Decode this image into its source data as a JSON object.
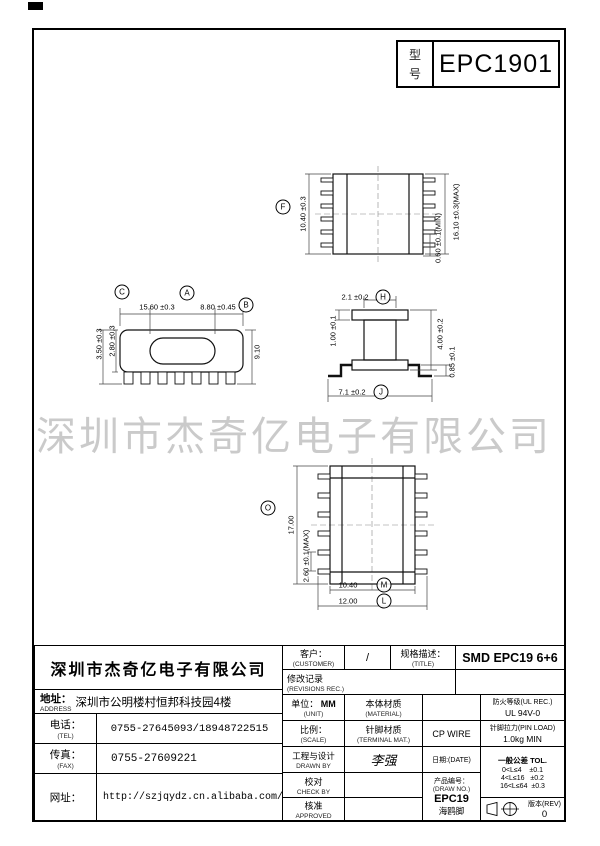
{
  "sheet": {
    "model_label_char1": "型",
    "model_label_char2": "号",
    "model_value": "EPC1901",
    "watermark": "深圳市杰奇亿电子有限公司"
  },
  "views": {
    "top": {
      "letter": "F",
      "dim_width": "10.40 ±0.3",
      "dim_length": "16.10 ±0.3(MAX)",
      "dim_standoff": "0.60 ±0.1(MIN)"
    },
    "front": {
      "letter_left": "C",
      "letter_mid": "A",
      "letter_right": "B",
      "dim_overall": "15.60 ±0.3",
      "dim_slot": "8.80 ±0.45",
      "dim_h_outer": "3.50 ±0.3",
      "dim_h_inner": "2.80 ±0.3",
      "dim_height": "9.10"
    },
    "side": {
      "letter_top": "H",
      "letter_bottom": "J",
      "dim_top": "2.1 ±0.2",
      "dim_left": "1.00 ±0.1",
      "dim_right": "4.00 ±0.2",
      "dim_foot": "0.85 ±0.1",
      "dim_bottom": "7.1 ±0.2"
    },
    "bottom": {
      "letter_left": "O",
      "letter_row1": "M",
      "letter_row2": "L",
      "dim_length": "17.00",
      "dim_pitch": "2.60 ±0.1(MAX)",
      "dim_row1": "10.40",
      "dim_row2": "12.00"
    }
  },
  "title_block": {
    "company": "深圳市杰奇亿电子有限公司",
    "address_label": "地址：",
    "address_label_en": "ADDRESS",
    "address_value": "深圳市公明楼村恒邦科技园4楼",
    "tel_label": "电话：",
    "tel_label_en": "(TEL)",
    "tel_value": "0755-27645093/18948722515",
    "fax_label": "传真：",
    "fax_label_en": "(FAX)",
    "fax_value": "0755-27609221",
    "web_label": "网址：",
    "web_value": "http://szjqydz.cn.alibaba.com/",
    "customer_label": "客户：",
    "customer_label_en": "(CUSTOMER)",
    "customer_value": "/",
    "spec_label": "规格描述：",
    "spec_label_en": "(TITLE)",
    "spec_value": "SMD EPC19 6+6",
    "revisions_label": "修改记录",
    "revisions_label_en": "(REVISIONS REC.)",
    "unit_label": "单位：",
    "unit_value": "MM",
    "unit_label_en": "(UNIT)",
    "material_label": "本体材质",
    "material_label_en": "(MATERIAL)",
    "flame_label": "防火等级(UL REC.)",
    "flame_value": "UL 94V-0",
    "scale_label": "比例：",
    "scale_label_en": "(SCALE)",
    "terminal_label": "针脚材质",
    "terminal_label_en": "(TERMINAL MAT.)",
    "terminal_value": "CP WIRE",
    "pinload_label": "针脚拉力(PIN LOAD)",
    "pinload_value": "1.0kg MIN",
    "drawn_label": "工程与设计",
    "drawn_label_en": "DRAWN BY",
    "drawn_value": "李强",
    "date_label": "日期:(DATE)",
    "tol_label": "一般公差  TOL.",
    "tol_lines": [
      "0<L≤4    ±0.1",
      "4<L≤16   ±0.2",
      "16<L≤64  ±0.3"
    ],
    "check_label": "校对",
    "check_label_en": "CHECK BY",
    "drawno_label": "产品编号：",
    "drawno_label_en": "(DRAW NO.)",
    "drawno_value": "EPC19",
    "drawno_value2": "海鸥脚",
    "approve_label": "核准",
    "approve_label_en": "APPROVED",
    "rev_label": "版本(REV)",
    "rev_value": "0"
  }
}
